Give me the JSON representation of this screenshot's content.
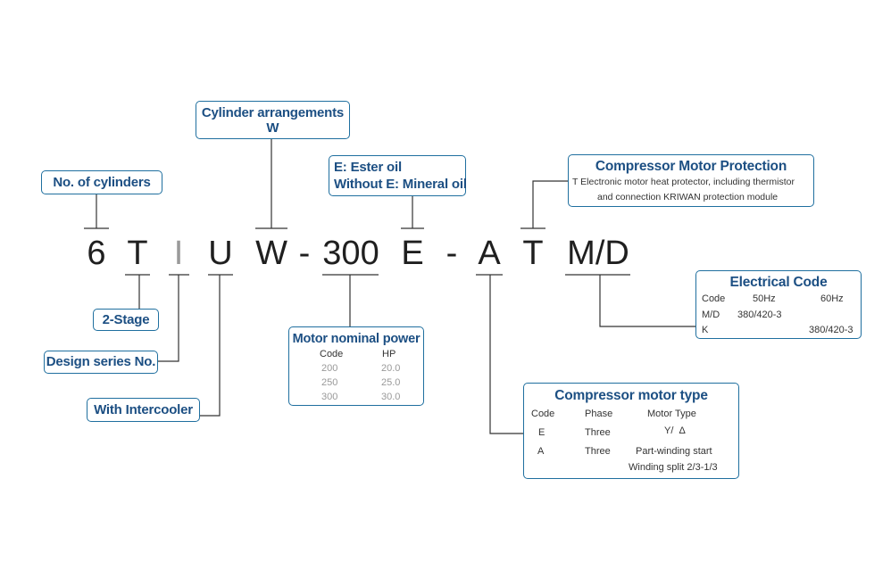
{
  "code": [
    "6",
    "T",
    "I",
    "U",
    "W",
    "-",
    "300",
    "E",
    "-",
    "A",
    "T",
    "M/D"
  ],
  "labels": {
    "cylinders": "No. of cylinders",
    "arrangement_title": "Cylinder arrangements",
    "arrangement_value": "W",
    "oil_line1": "E: Ester oil",
    "oil_line2": "Without E: Mineral oil",
    "protection_title": "Compressor Motor Protection",
    "protection_desc1": "T Electronic motor heat protector, including thermistor",
    "protection_desc2": "and connection KRIWAN protection module",
    "stage": "2-Stage",
    "design": "Design series No.",
    "intercooler": "With Intercooler"
  },
  "electrical": {
    "title": "Electrical Code",
    "headers": [
      "Code",
      "50Hz",
      "60Hz"
    ],
    "rows": [
      [
        "M/D",
        "380/420-3",
        ""
      ],
      [
        "K",
        "",
        "380/420-3"
      ]
    ]
  },
  "motor_power": {
    "title": "Motor nominal power",
    "headers": [
      "Code",
      "HP"
    ],
    "rows": [
      [
        "200",
        "20.0"
      ],
      [
        "250",
        "25.0"
      ],
      [
        "300",
        "30.0"
      ]
    ]
  },
  "motor_type": {
    "title": "Compressor motor type",
    "headers": [
      "Code",
      "Phase",
      "Motor Type"
    ],
    "rows": [
      [
        "E",
        "Three",
        "Y/  Δ"
      ],
      [
        "A",
        "Three",
        "Part-winding start"
      ]
    ],
    "extra": "Winding split 2/3-1/3"
  }
}
